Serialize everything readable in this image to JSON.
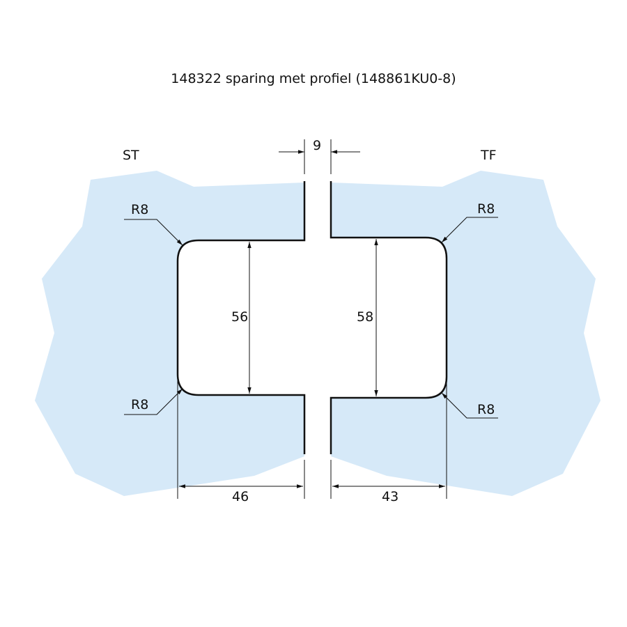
{
  "title": "148322 sparing met profiel (148861KU0-8)",
  "labels": {
    "left_side": "ST",
    "right_side": "TF"
  },
  "dimensions": {
    "gap": "9",
    "left_height": "56",
    "right_height": "58",
    "left_width": "46",
    "right_width": "43",
    "radius_top_left": "R8",
    "radius_bottom_left": "R8",
    "radius_top_right": "R8",
    "radius_bottom_right": "R8"
  },
  "colors": {
    "glass": "#d6e9f8",
    "line": "#111111"
  }
}
